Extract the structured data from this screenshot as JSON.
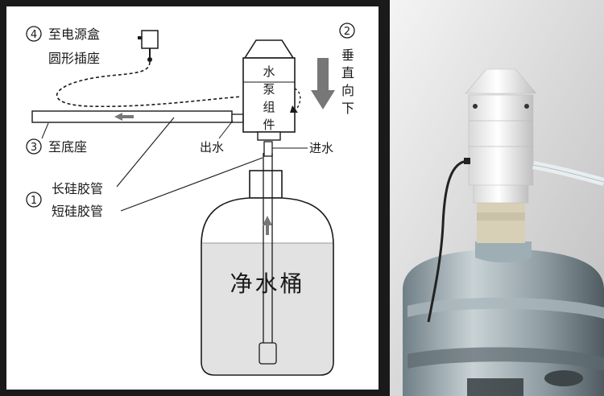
{
  "labels": {
    "step4_num": "4",
    "step4_line1": "至电源盒",
    "step4_line2": "圆形插座",
    "step2_num": "2",
    "step2_text": [
      "垂",
      "直",
      "向",
      "下"
    ],
    "pump": [
      "水",
      "泵",
      "组",
      "件"
    ],
    "step3_num": "3",
    "step3_text": "至底座",
    "outlet": "出水",
    "inlet": "进水",
    "step1_num": "1",
    "long_tube": "长硅胶管",
    "short_tube": "短硅胶管",
    "bucket": "净水桶"
  },
  "colors": {
    "panel_bg": "#ffffff",
    "frame": "#111111",
    "bucket_fill": "#e2e2e2",
    "arrow_gray": "#777777"
  }
}
